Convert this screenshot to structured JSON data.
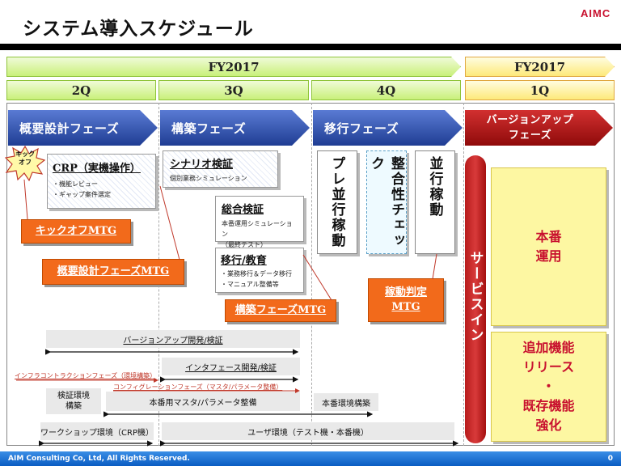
{
  "title": "システム導入スケジュール",
  "logo": "AIMC",
  "fy": {
    "fy1": "FY2017",
    "fy2": "FY2017"
  },
  "quarters": {
    "q2": "2Q",
    "q3": "3Q",
    "q4": "4Q",
    "q1": "1Q"
  },
  "phases": {
    "p1": "概要設計フェーズ",
    "p2": "構築フェーズ",
    "p3": "移行フェーズ",
    "p4a": "バージョンアップ",
    "p4b": "フェーズ"
  },
  "kickoff": {
    "a": "キック",
    "b": "オフ"
  },
  "crp": {
    "title": "CRP（実機操作）",
    "l1": "・機能レビュー",
    "l2": "・ギャップ案件選定"
  },
  "scenario": {
    "title": "シナリオ検証",
    "sub": "個別業務シミュレーション"
  },
  "sogo": {
    "title": "総合検証",
    "l1": "本番運用シミュレーション",
    "l2": "（最終テスト）"
  },
  "ikou": {
    "title": "移行/教育",
    "l1": "・業務移行＆データ移行",
    "l2": "・マニュアル整備等"
  },
  "vertical": {
    "v1": "プレ並行稼動",
    "v2": "整合性チェック",
    "v3": "並行稼動"
  },
  "mtg": {
    "kickoff": "キックオフMTG",
    "gaiyo": "概要設計フェーズMTG",
    "kochiku": "構築フェーズMTG",
    "kado_a": "稼動判定",
    "kado_b": "MTG"
  },
  "servicein": "サービスイン",
  "honban": {
    "a": "本番",
    "b": "運用"
  },
  "tsuika": {
    "a": "追加機能",
    "b": "リリース",
    "c": "・",
    "d": "既存機能",
    "e": "強化"
  },
  "bars": {
    "version": "バージョンアップ開発/検証",
    "interface": "インタフェース開発/検証",
    "infra": "インフラコントラクションフェーズ（環境構築）",
    "config": "コンフィグレーションフェーズ（マスタ/パラメータ整備）",
    "kensho_a": "検証環境",
    "kensho_b": "構築",
    "master": "本番用マスタ/パラメータ整備",
    "honban_env": "本番環境構築",
    "workshop": "ワークショップ環境（CRP機）",
    "user_env": "ユーザ環境（テスト機・本番機）"
  },
  "footer": {
    "copyright": "AIM Consulting Co, Ltd, All Rights Reserved.",
    "page": "0"
  },
  "colors": {
    "accent_blue": "#1f3d93",
    "accent_red": "#a50f0f",
    "mtg_orange": "#f26a1b",
    "footer_blue": "#0a5cc2"
  }
}
